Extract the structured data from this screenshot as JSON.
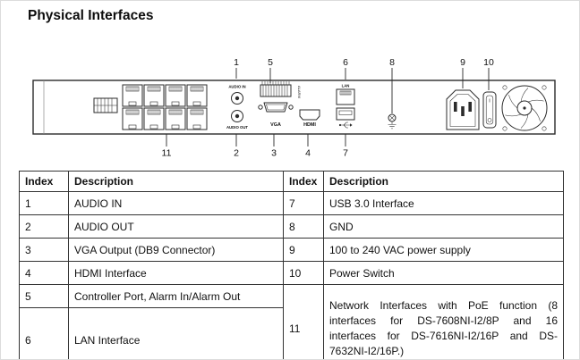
{
  "page": {
    "title": "Physical Interfaces"
  },
  "diagram": {
    "callouts": {
      "n1": "1",
      "n2": "2",
      "n3": "3",
      "n4": "4",
      "n5": "5",
      "n6": "6",
      "n7": "7",
      "n8": "8",
      "n9": "9",
      "n10": "10",
      "n11": "11"
    },
    "labels": {
      "audio_in": "AUDIO IN",
      "audio_out": "AUDIO OUT",
      "alarm": "ALARM",
      "vga": "VGA",
      "hdmi": "HDMI",
      "lan": "LAN"
    }
  },
  "table": {
    "headers": {
      "index_left": "Index",
      "desc_left": "Description",
      "index_right": "Index",
      "desc_right": "Description"
    },
    "rows": [
      {
        "left_index": "1",
        "left_desc": "AUDIO IN",
        "right_index": "7",
        "right_desc": "USB 3.0 Interface"
      },
      {
        "left_index": "2",
        "left_desc": "AUDIO OUT",
        "right_index": "8",
        "right_desc": "GND"
      },
      {
        "left_index": "3",
        "left_desc": "VGA Output (DB9 Connector)",
        "right_index": "9",
        "right_desc": "100 to 240 VAC power supply"
      },
      {
        "left_index": "4",
        "left_desc": "HDMI Interface",
        "right_index": "10",
        "right_desc": "Power Switch"
      },
      {
        "left_index": "5",
        "left_desc": "Controller Port, Alarm In/Alarm Out",
        "right_index": "11",
        "right_desc": "Network Interfaces with PoE function (8 interfaces for DS-7608NI-I2/8P and 16 interfaces for DS-7616NI-I2/16P and DS-7632NI-I2/16P.)"
      },
      {
        "left_index": "6",
        "left_desc": "LAN Interface"
      }
    ]
  }
}
